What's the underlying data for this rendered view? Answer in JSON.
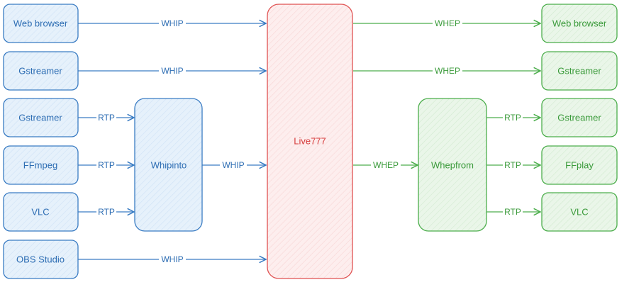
{
  "colors": {
    "blue_stroke": "#3a7cc3",
    "blue_fill": "#e6f1fb",
    "blue_text": "#2d6db3",
    "red_stroke": "#e05252",
    "red_fill": "#fdeeee",
    "red_text": "#d63b3b",
    "green_stroke": "#4cae4c",
    "green_fill": "#eaf6e9",
    "green_text": "#3a9a3a"
  },
  "sources": [
    "Web browser",
    "Gstreamer",
    "Gstreamer",
    "FFmpeg",
    "VLC",
    "OBS Studio"
  ],
  "whipinto": "Whipinto",
  "server": "Live777",
  "whepfrom": "Whepfrom",
  "sinks": [
    "Web browser",
    "Gstreamer",
    "Gstreamer",
    "FFplay",
    "VLC"
  ],
  "edge_labels": {
    "whip": "WHIP",
    "whep": "WHEP",
    "rtp": "RTP"
  }
}
